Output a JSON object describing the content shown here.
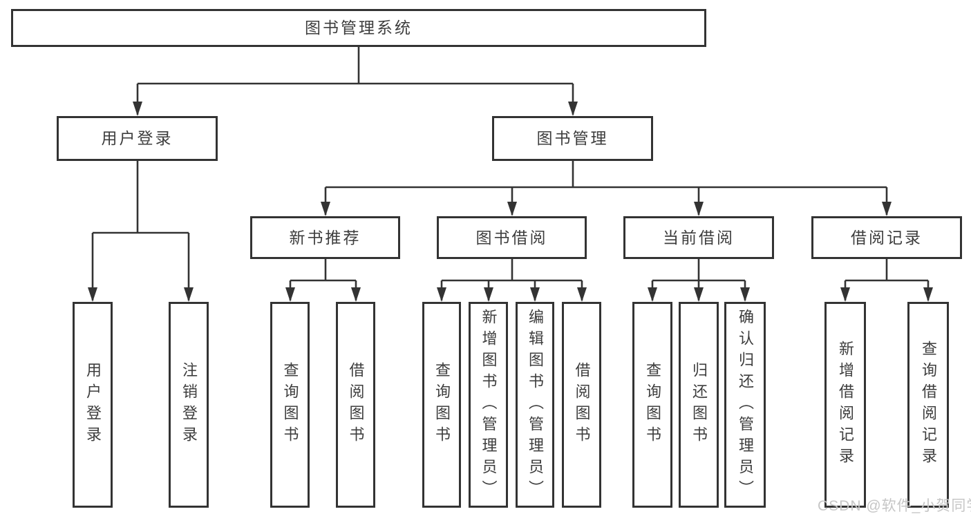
{
  "diagram": {
    "root": {
      "label": "图书管理系统"
    },
    "branches": [
      {
        "label": "用户登录",
        "children": [
          {
            "label": "用户登录"
          },
          {
            "label": "注销登录"
          }
        ]
      },
      {
        "label": "图书管理",
        "sections": [
          {
            "label": "新书推荐",
            "children": [
              {
                "label": "查询图书"
              },
              {
                "label": "借阅图书"
              }
            ]
          },
          {
            "label": "图书借阅",
            "children": [
              {
                "label": "查询图书"
              },
              {
                "label": "新增图书（管理员）"
              },
              {
                "label": "编辑图书（管理员）"
              },
              {
                "label": "借阅图书"
              }
            ]
          },
          {
            "label": "当前借阅",
            "children": [
              {
                "label": "查询图书"
              },
              {
                "label": "归还图书"
              },
              {
                "label": "确认归还（管理员）"
              }
            ]
          },
          {
            "label": "借阅记录",
            "children": [
              {
                "label": "新增借阅记录"
              },
              {
                "label": "查询借阅记录"
              }
            ]
          }
        ]
      }
    ]
  },
  "watermark": {
    "text": "CSDN @软件_小贺同学"
  },
  "colors": {
    "line": "#333333",
    "box_border": "#333333",
    "text": "#3d3d3d",
    "watermark": "#c6c6c6",
    "background": "#ffffff"
  }
}
